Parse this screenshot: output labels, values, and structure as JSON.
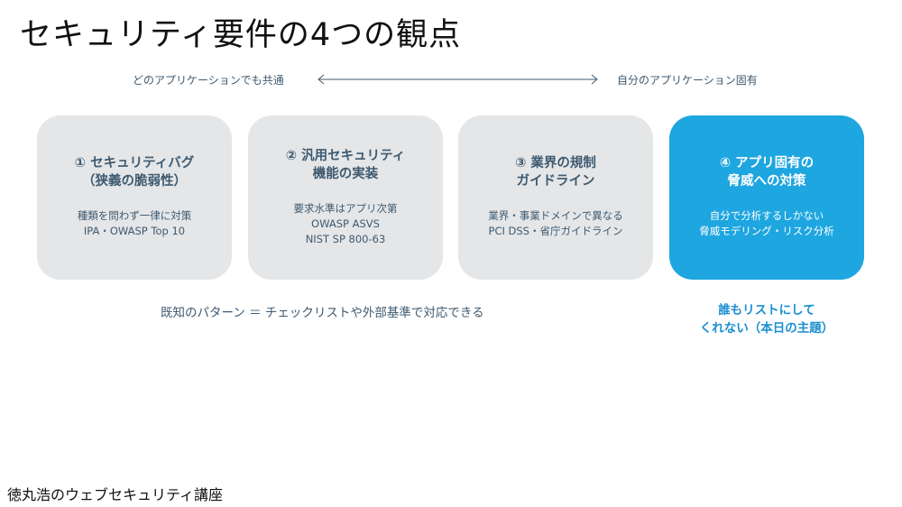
{
  "slide": {
    "title": "セキュリティ要件の4つの観点",
    "scope_left": "どのアプリケーションでも共通",
    "scope_right": "自分のアプリケーション固有",
    "cards": [
      {
        "title": "① セキュリティバグ\n（狭義の脆弱性）",
        "desc": "種類を問わず一律に対策\nIPA・OWASP Top 10"
      },
      {
        "title": "② 汎用セキュリティ\n機能の実装",
        "desc": "要求水準はアプリ次第\nOWASP ASVS\nNIST SP 800-63"
      },
      {
        "title": "③ 業界の規制\nガイドライン",
        "desc": "業界・事業ドメインで異なる\nPCI DSS・省庁ガイドライン"
      },
      {
        "title": "④ アプリ固有の\n脅威への対策",
        "desc": "自分で分析するしかない\n脅威モデリング・リスク分析"
      }
    ],
    "known_patterns": "既知のパターン ＝ チェックリストや外部基準で対応できる",
    "callout": "誰もリストにして\nくれない（本日の主題）",
    "course_name": "徳丸浩のウェブセキュリティ講座",
    "colors": {
      "accent": "#1ea6e0",
      "card_gray": "#e4e6e8",
      "text_blue": "#3e5a70",
      "callout_blue": "#1b8fd2"
    }
  }
}
